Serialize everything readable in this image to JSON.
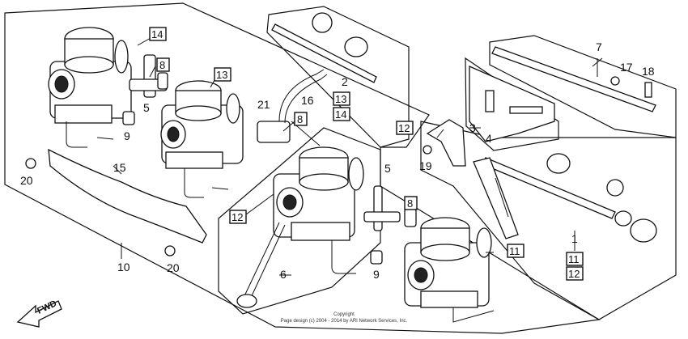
{
  "diagram": {
    "labels": [
      "1",
      "2",
      "3",
      "4",
      "5",
      "5",
      "6",
      "7",
      "9",
      "9",
      "10",
      "15",
      "16",
      "17",
      "18",
      "19",
      "20",
      "20",
      "21"
    ],
    "boxed_labels": [
      "14",
      "8",
      "13",
      "13",
      "14",
      "8",
      "12",
      "12",
      "8",
      "11",
      "11",
      "12"
    ],
    "copyright": {
      "line1": "Copyright",
      "line2": "Page design (c) 2004 - 2014 by ARI Network Services, Inc."
    },
    "fwd_label": "FWD"
  }
}
